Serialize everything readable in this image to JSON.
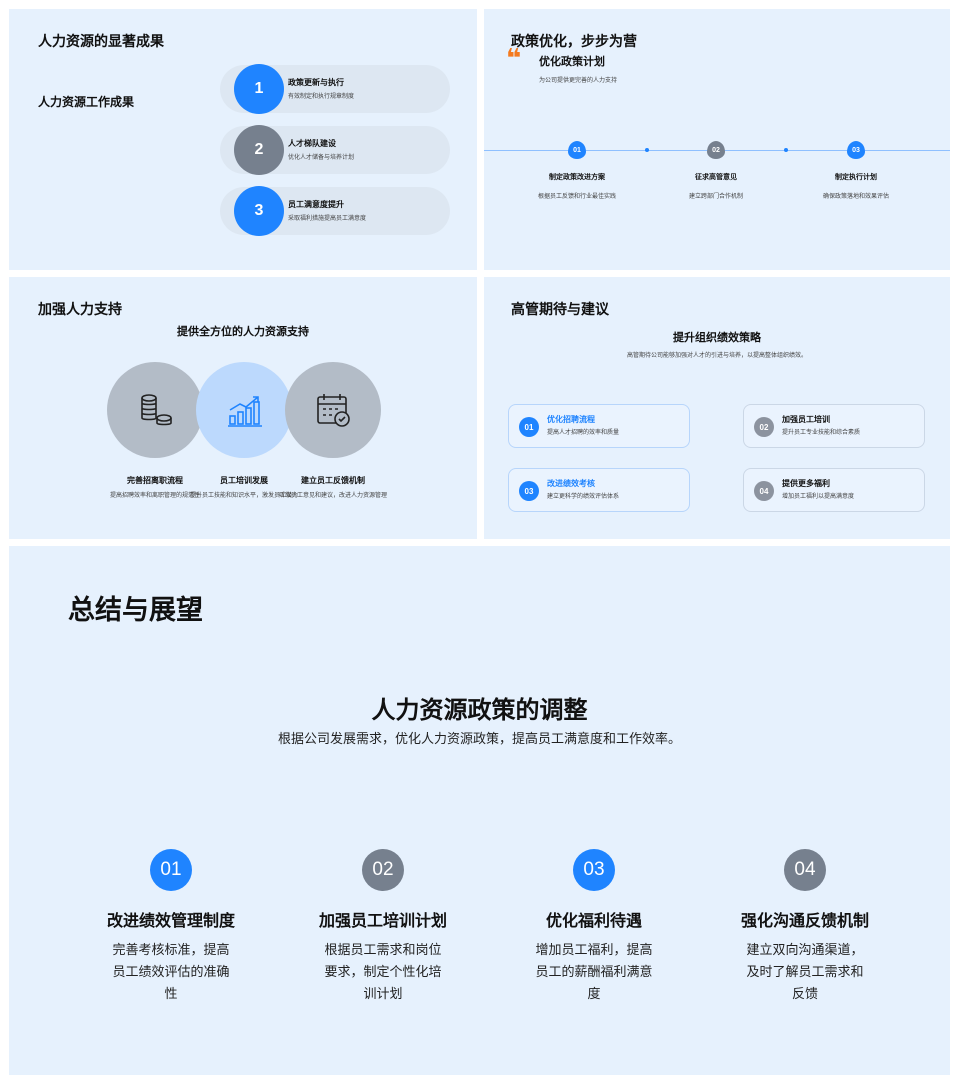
{
  "p1": {
    "title": "人力资源的显著成果",
    "subtitle": "人力资源工作成果",
    "items": [
      {
        "num": "1",
        "title": "政策更新与执行",
        "desc": "有效制定和执行规章制度"
      },
      {
        "num": "2",
        "title": "人才梯队建设",
        "desc": "优化人才储备与培养计划"
      },
      {
        "num": "3",
        "title": "员工满意度提升",
        "desc": "采取福利措施提高员工满意度"
      }
    ]
  },
  "p2": {
    "title": "政策优化，步步为营",
    "quote": "❝",
    "heading": "优化政策计划",
    "sub": "为公司提供更完善的人力支持",
    "steps": [
      {
        "num": "01",
        "title": "制定政策改进方案",
        "desc": "根据员工反馈和行业最佳实践"
      },
      {
        "num": "02",
        "title": "征求高管意见",
        "desc": "建立跨部门合作机制"
      },
      {
        "num": "03",
        "title": "制定执行计划",
        "desc": "确保政策落地和效果评估"
      }
    ]
  },
  "p3": {
    "title": "加强人力支持",
    "heading": "提供全方位的人力资源支持",
    "items": [
      {
        "icon": "coins-icon",
        "title": "完善招离职流程",
        "desc": "提高招聘效率和离职管理的规范性"
      },
      {
        "icon": "growth-chart-icon",
        "title": "员工培训发展",
        "desc": "提升员工技能和知识水平，激发员工潜力"
      },
      {
        "icon": "calendar-check-icon",
        "title": "建立员工反馈机制",
        "desc": "听取员工意见和建议，改进人力资源管理"
      }
    ]
  },
  "p4": {
    "title": "高管期待与建议",
    "heading": "提升组织绩效策略",
    "sub": "高管期待公司能够加强对人才的引进与培养，以提高整体组织绩效。",
    "cards": [
      {
        "num": "01",
        "title": "优化招聘流程",
        "desc": "提高人才招聘的效率和质量"
      },
      {
        "num": "02",
        "title": "加强员工培训",
        "desc": "提升员工专业技能和综合素质"
      },
      {
        "num": "03",
        "title": "改进绩效考核",
        "desc": "建立更科学的绩效评估体系"
      },
      {
        "num": "04",
        "title": "提供更多福利",
        "desc": "增加员工福利以提高满意度"
      }
    ]
  },
  "p5": {
    "title": "总结与展望",
    "heading": "人力资源政策的调整",
    "sub": "根据公司发展需求，优化人力资源政策，提高员工满意度和工作效率。",
    "items": [
      {
        "num": "01",
        "title": "改进绩效管理制度",
        "desc": "完善考核标准，提高员工绩效评估的准确性"
      },
      {
        "num": "02",
        "title": "加强员工培训计划",
        "desc": "根据员工需求和岗位要求，制定个性化培训计划"
      },
      {
        "num": "03",
        "title": "优化福利待遇",
        "desc": "增加员工福利，提高员工的薪酬福利满意度"
      },
      {
        "num": "04",
        "title": "强化沟通反馈机制",
        "desc": "建立双向沟通渠道，及时了解员工需求和反馈"
      }
    ]
  },
  "colors": {
    "blue": "#1f84ff",
    "gray": "#76808e",
    "panel": "#e6f1fd",
    "accent": "#f47a1f"
  }
}
